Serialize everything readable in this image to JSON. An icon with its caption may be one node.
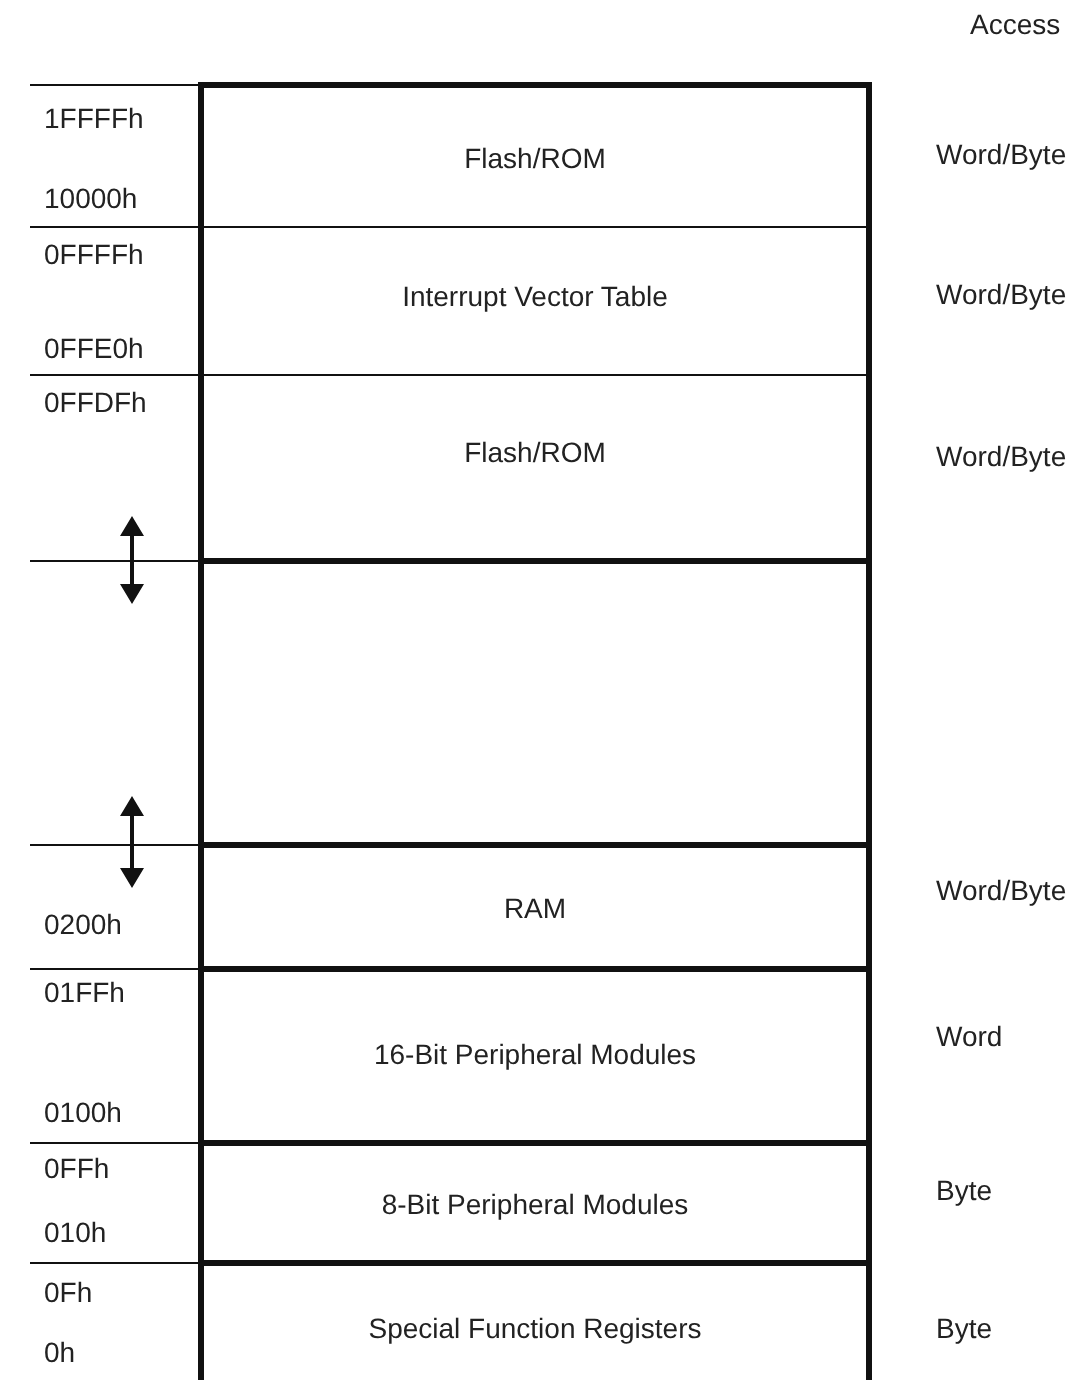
{
  "diagram": {
    "nodes": [
      {
        "text": [
          "Flash/ROM"
        ],
        "beside": [
          "1FFFFh",
          "10000h",
          "Word/Byte"
        ]
      },
      {
        "text": [
          "Interrupt Vector Table"
        ],
        "beside": [
          "0FFFFh",
          "0FFE0h",
          "Word/Byte"
        ]
      },
      {
        "text": [
          "Flash/ROM"
        ],
        "beside": [
          "0FFDFh",
          "Word/Byte"
        ]
      },
      {
        "text": [],
        "shape": "box"
      },
      {
        "text": [
          "RAM"
        ],
        "beside": [
          "0200h",
          "Word/Byte"
        ]
      },
      {
        "text": [
          "16-Bit Peripheral Modules"
        ],
        "beside": [
          "01FFh",
          "0100h",
          "Word"
        ]
      },
      {
        "text": [
          "8-Bit Peripheral Modules"
        ],
        "beside": [
          "0FFh",
          "010h",
          "Byte"
        ]
      },
      {
        "text": [
          "Special Function Registers"
        ],
        "beside": [
          "0Fh",
          "0h",
          "Byte"
        ]
      }
    ],
    "edges": [],
    "labels": [
      "Access"
    ]
  }
}
